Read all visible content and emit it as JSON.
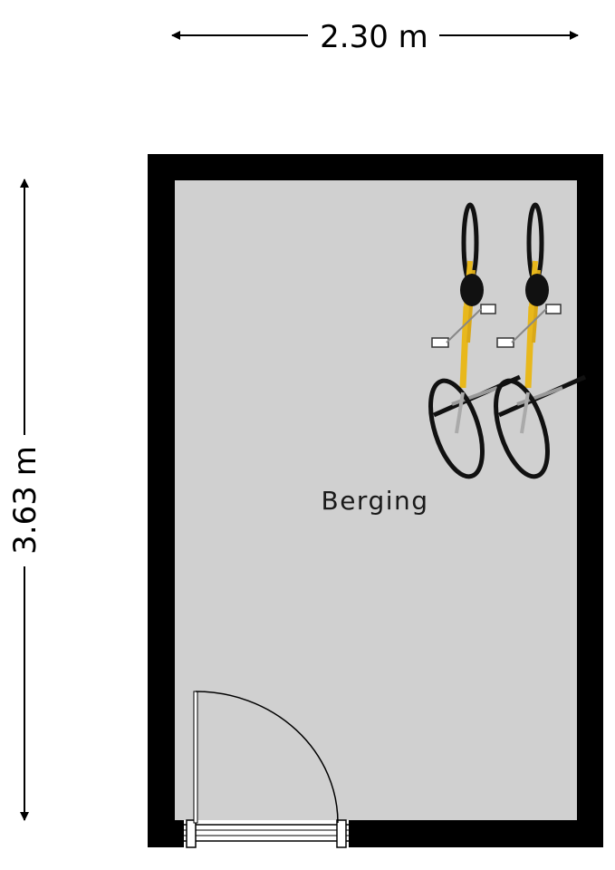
{
  "floorplan": {
    "width_dimension": "2.30 m",
    "height_dimension": "3.63 m",
    "room_name": "Berging"
  },
  "colors": {
    "wall": "#000000",
    "floor": "#d0d0d0",
    "bicycle_frame": "#e8b81c",
    "tire": "#111111"
  },
  "icons": [
    "arrow-left-icon",
    "arrow-right-icon",
    "arrow-up-icon",
    "arrow-down-icon",
    "bicycle-icon",
    "door-swing-icon"
  ]
}
